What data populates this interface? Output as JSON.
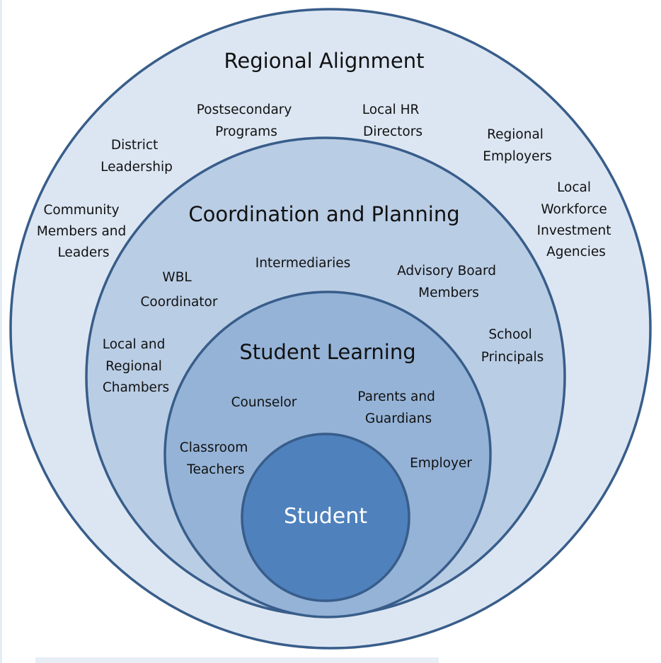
{
  "diagram": {
    "colors": {
      "outer": "#dce6f2",
      "middle": "#b9cde5",
      "inner": "#95b3d7",
      "core": "#4f81bd",
      "stroke": "#385d8a"
    },
    "rings": [
      {
        "title": "Regional Alignment",
        "items": [
          [
            "Postsecondary",
            "Programs"
          ],
          [
            "Local HR",
            "Directors"
          ],
          [
            "District",
            "Leadership"
          ],
          [
            "Regional",
            "Employers"
          ],
          [
            "Community",
            "Members and",
            "Leaders"
          ],
          [
            "Local",
            "Workforce",
            "Investment",
            "Agencies"
          ]
        ]
      },
      {
        "title": "Coordination and Planning",
        "items": [
          [
            "Intermediaries"
          ],
          [
            "WBL",
            "Coordinator"
          ],
          [
            "Advisory Board",
            "Members"
          ],
          [
            "Local and",
            "Regional",
            "Chambers"
          ],
          [
            "School",
            "Principals"
          ]
        ]
      },
      {
        "title": "Student Learning",
        "items": [
          [
            "Counselor"
          ],
          [
            "Parents and",
            "Guardians"
          ],
          [
            "Classroom",
            "Teachers"
          ],
          [
            "Employer"
          ]
        ]
      }
    ],
    "core": "Student"
  }
}
